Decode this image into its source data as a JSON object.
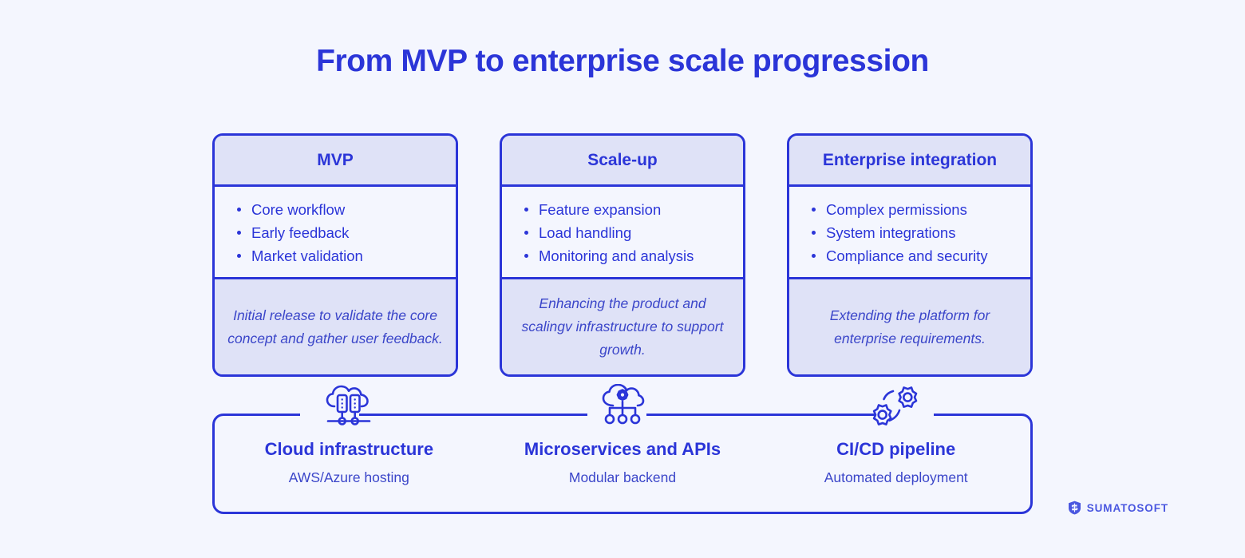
{
  "page": {
    "title": "From MVP to enterprise scale progression",
    "background_color": "#f4f6fe",
    "accent_color": "#2b35d8",
    "panel_color": "#dfe2f7"
  },
  "stages": [
    {
      "title": "MVP",
      "bullets": [
        "Core workflow",
        "Early feedback",
        "Market validation"
      ],
      "note": "Initial release to validate the core concept and gather user feedback."
    },
    {
      "title": "Scale-up",
      "bullets": [
        "Feature expansion",
        "Load handling",
        "Monitoring and analysis"
      ],
      "note": "Enhancing the product and scalingv infrastructure to support growth."
    },
    {
      "title": "Enterprise integration",
      "bullets": [
        "Complex permissions",
        "System integrations",
        "Compliance and security"
      ],
      "note": "Extending the platform for enterprise requirements."
    }
  ],
  "foundation": [
    {
      "icon": "cloud-server-icon",
      "title": "Cloud infrastructure",
      "subtitle": "AWS/Azure hosting"
    },
    {
      "icon": "cloud-gear-network-icon",
      "title": "Microservices and APIs",
      "subtitle": "Modular backend"
    },
    {
      "icon": "gears-cycle-icon",
      "title": "CI/CD pipeline",
      "subtitle": "Automated deployment"
    }
  ],
  "logo": {
    "icon": "sumatosoft-shield-icon",
    "text": "SUMATOSOFT",
    "color": "#4a57e0"
  }
}
